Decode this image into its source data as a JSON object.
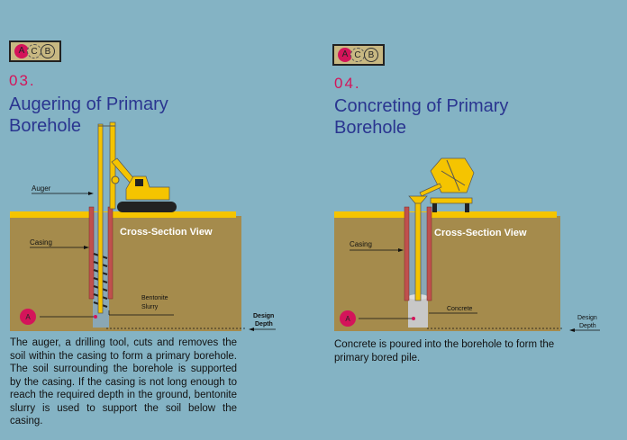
{
  "panels": [
    {
      "badge": {
        "a": "A",
        "c": "C",
        "b": "B"
      },
      "step": "03.",
      "title_line1": "Augering of Primary",
      "title_line2": "Borehole",
      "view_label": "Cross-Section View",
      "labels": {
        "auger": "Auger",
        "casing": "Casing",
        "bentonite_line1": "Bentonite",
        "bentonite_line2": "Slurry",
        "marker": "A",
        "depth_line1": "Design",
        "depth_line2": "Depth"
      },
      "description": "The auger, a drilling tool, cuts and removes the soil within the casing to form a primary borehole. The soil surrounding the borehole is supported by the casing. If the casing is not long enough to reach the required depth in the ground, bentonite slurry is used to support the soil below the casing."
    },
    {
      "badge": {
        "a": "A",
        "c": "C",
        "b": "B"
      },
      "step": "04.",
      "title_line1": "Concreting of Primary",
      "title_line2": "Borehole",
      "view_label": "Cross-Section View",
      "labels": {
        "casing": "Casing",
        "concrete": "Concrete",
        "marker": "A",
        "depth_line1": "Design",
        "depth_line2": "Depth"
      },
      "description": "Concrete is poured into the borehole to form the primary bored pile."
    }
  ],
  "colors": {
    "background": "#84b3c4",
    "soil": "#a58b4c",
    "ground": "#f5c400",
    "accent": "#d4145a",
    "title": "#2a3590"
  }
}
